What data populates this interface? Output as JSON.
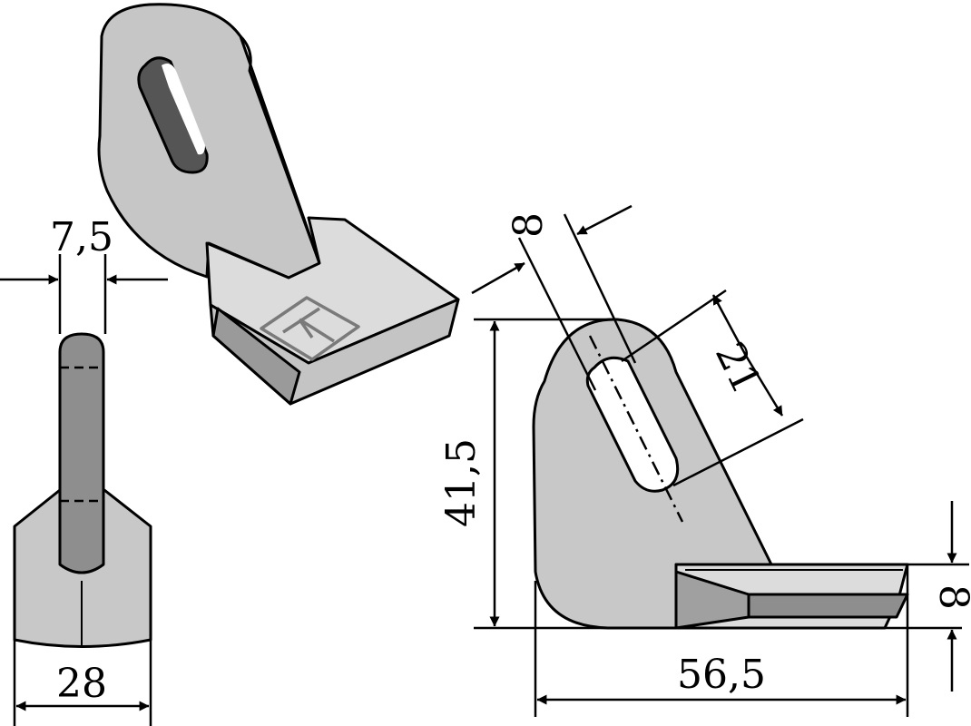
{
  "dimensions": {
    "thickness": "7,5",
    "base_width": "28",
    "slot_width": "8",
    "slot_length": "21",
    "height": "41,5",
    "edge_height": "8",
    "length": "56,5"
  },
  "colors": {
    "part_fill": "#c8c8c8",
    "part_light": "#dedede",
    "part_dark": "#8f8f8f",
    "slot_dark": "#555555",
    "outline": "#000000",
    "logo_stroke": "#7a7a7a"
  }
}
